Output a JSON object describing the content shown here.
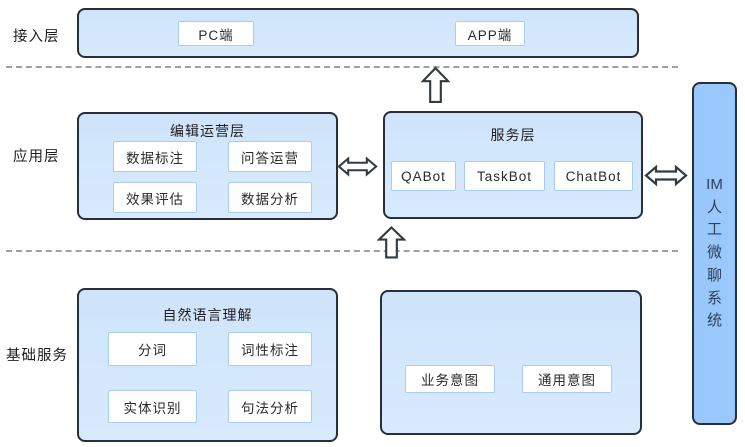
{
  "labels": {
    "access": "接入层",
    "application": "应用层",
    "foundation": "基础服务"
  },
  "access_bar": {
    "items": [
      "PC端",
      "APP端"
    ]
  },
  "edit_ops_box": {
    "title": "编辑运营层",
    "items": [
      "数据标注",
      "问答运营",
      "效果评估",
      "数据分析"
    ]
  },
  "service_box": {
    "title": "服务层",
    "items": [
      "QABot",
      "TaskBot",
      "ChatBot"
    ]
  },
  "nlu_box": {
    "title": "自然语言理解",
    "items": [
      "分词",
      "词性标注",
      "实体识别",
      "句法分析"
    ]
  },
  "intent_box": {
    "items": [
      "业务意图",
      "通用意图"
    ]
  },
  "im_system": {
    "label": "IM人工微聊系统",
    "tokens": [
      "IM",
      "人",
      "工",
      "微",
      "聊",
      "系",
      "统"
    ]
  },
  "colors": {
    "box_fill_top": "#cfe4fb",
    "box_fill_bottom": "#d8eafd",
    "box_border": "#272f38",
    "chip_border": "#a9cdf2",
    "im_fill": "#9ac8fd",
    "dash_color": "#9aa1a8"
  }
}
